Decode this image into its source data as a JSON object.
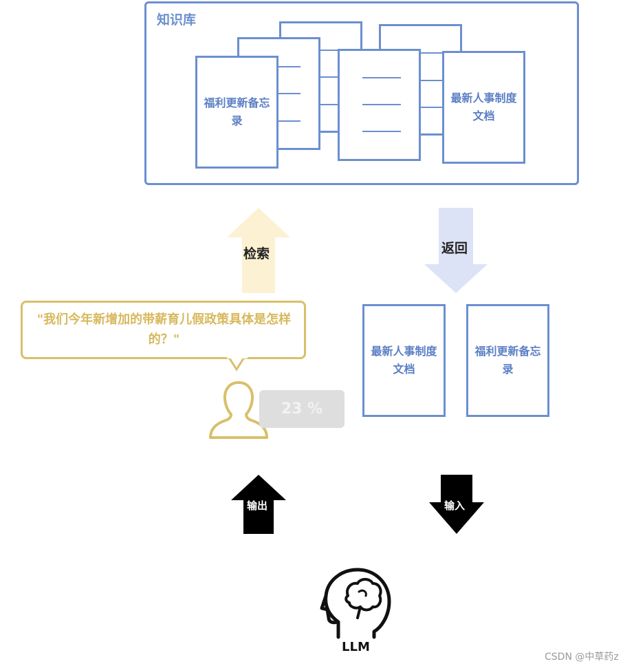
{
  "knowledge_base": {
    "title": "知识库",
    "doc_left_label": "福利更新备忘录",
    "doc_right_label": "最新人事制度文档"
  },
  "arrows": {
    "retrieve_label": "检索",
    "return_label": "返回",
    "output_label": "输出",
    "input_label": "输入"
  },
  "retrieved_docs": {
    "doc1_label": "最新人事制度文档",
    "doc2_label": "福利更新备忘录"
  },
  "question": {
    "text": "\"我们今年新增加的带薪育儿假政策具体是怎样的？\""
  },
  "progress": {
    "text": "23 %",
    "value": 23
  },
  "llm": {
    "label": "LLM"
  },
  "watermark": {
    "credit": "CSDN @中草药z"
  },
  "colors": {
    "blue": "#6b8fcf",
    "gold": "#d9bf6a",
    "light_gold": "#fdf1d3",
    "light_blue": "#dde3f7",
    "black": "#000000"
  }
}
